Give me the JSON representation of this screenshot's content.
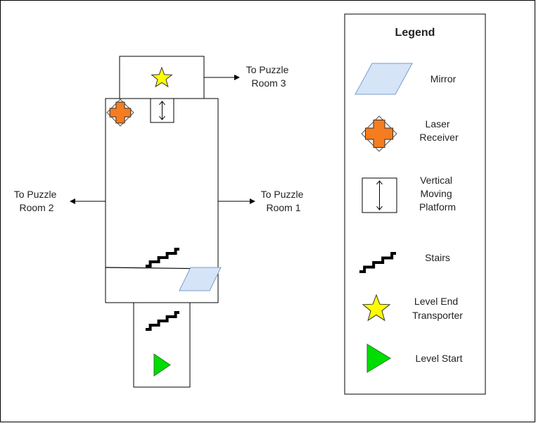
{
  "colors": {
    "mirror_fill": "#d6e4f7",
    "mirror_stroke": "#7a9cc9",
    "receiver_cross": "#f57c1f",
    "star": "#ffff00",
    "start_triangle": "#00dd00",
    "line": "#000000"
  },
  "map": {
    "exits": {
      "room3": [
        "To Puzzle",
        "Room 3"
      ],
      "room2": [
        "To Puzzle",
        "Room 2"
      ],
      "room1": [
        "To Puzzle",
        "Room 1"
      ]
    }
  },
  "legend": {
    "title": "Legend",
    "items": [
      {
        "icon": "mirror-icon",
        "lines": [
          "Mirror"
        ]
      },
      {
        "icon": "laser-receiver-icon",
        "lines": [
          "Laser",
          "Receiver"
        ]
      },
      {
        "icon": "vertical-moving-platform-icon",
        "lines": [
          "Vertical",
          "Moving",
          "Platform"
        ]
      },
      {
        "icon": "stairs-icon",
        "lines": [
          "Stairs"
        ]
      },
      {
        "icon": "star-icon",
        "lines": [
          "Level End",
          "Transporter"
        ]
      },
      {
        "icon": "play-triangle-icon",
        "lines": [
          "Level Start"
        ]
      }
    ]
  }
}
